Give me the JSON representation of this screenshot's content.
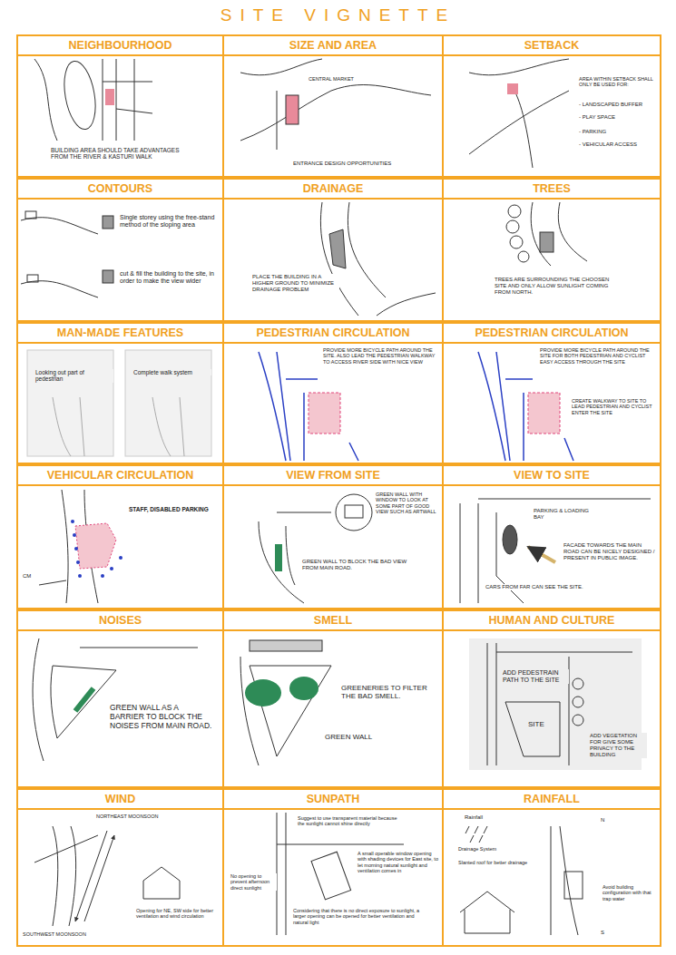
{
  "diagram": {
    "title": "SITE VIGNETTE",
    "nodes": [
      {
        "text": [
          "NEIGHBOURHOOD",
          "BUILDING AREA SHOULD TAKE ADVANTAGES FROM THE RIVER & KASTURI WALK"
        ]
      },
      {
        "text": [
          "SIZE AND AREA",
          "CENTRAL MARKET",
          "ENTRANCE DESIGN OPPORTUNITIES"
        ]
      },
      {
        "text": [
          "SETBACK",
          "AREA WITHIN SETBACK SHALL ONLY BE USED FOR:",
          "- LANDSCAPED BUFFER",
          "- PLAY SPACE",
          "- PARKING",
          "- VEHICULAR ACCESS"
        ]
      },
      {
        "text": [
          "CONTOURS",
          "Single storey using the free-stand method of the sloping area",
          "cut & fill the building to the site, in order to make the view wider"
        ]
      },
      {
        "text": [
          "DRAINAGE",
          "PLACE THE BUILDING IN A HIGHER GROUND TO MINIMIZE DRAINAGE PROBLEM"
        ]
      },
      {
        "text": [
          "TREES",
          "TREES ARE SURROUNDING THE CHOOSEN SITE AND ONLY ALLOW SUNLIGHT COMING FROM NORTH."
        ]
      },
      {
        "text": [
          "MAN-MADE FEATURES",
          "Looking out part of pedestrian",
          "Complete walk system"
        ]
      },
      {
        "text": [
          "PEDESTRIAN CIRCULATION",
          "PROVIDE MORE BICYCLE PATH AROUND THE SITE. ALSO LEAD THE PEDESTRIAN WALKWAY TO ACCESS RIVER SIDE WITH NICE VIEW"
        ]
      },
      {
        "text": [
          "PEDESTRIAN CIRCULATION",
          "PROVIDE MORE BICYCLE PATH AROUND THE SITE FOR BOTH PEDESTRIAN AND CYCLIST EASY ACCESS THROUGH THE SITE",
          "CREATE WALKWAY TO SITE TO LEAD PEDESTRIAN AND CYCLIST ENTER THE SITE"
        ]
      },
      {
        "text": [
          "VEHICULAR CIRCULATION",
          "STAFF, DISABLED PARKING",
          "CM"
        ]
      },
      {
        "text": [
          "VIEW FROM SITE",
          "GREEN WALL WITH WINDOW TO LOOK AT SOME PART OF GOOD VIEW SUCH AS ARTWALL",
          "GREEN WALL TO BLOCK THE BAD VIEW FROM MAIN ROAD."
        ]
      },
      {
        "text": [
          "VIEW TO SITE",
          "PARKING & LOADING BAY",
          "FACADE TOWARDS THE MAIN ROAD CAN BE NICELY DESIGNED / PRESENT IN PUBLIC IMAGE.",
          "CARS FROM FAR CAN SEE THE SITE."
        ]
      },
      {
        "text": [
          "NOISES",
          "GREEN WALL AS A BARRIER TO BLOCK THE NOISES FROM MAIN ROAD."
        ]
      },
      {
        "text": [
          "SMELL",
          "GREENERIES TO FILTER THE BAD SMELL.",
          "GREEN WALL"
        ]
      },
      {
        "text": [
          "HUMAN AND CULTURE",
          "ADD PEDESTRAIN PATH TO THE SITE",
          "SITE",
          "ADD VEGETATION FOR GIVE SOME PRIVACY TO THE BUILDING"
        ]
      },
      {
        "text": [
          "WIND",
          "NORTHEAST MOONSOON",
          "SOUTHWEST MOONSOON",
          "Opening for NE, SW side for better ventilation and wind circulation"
        ]
      },
      {
        "text": [
          "SUNPATH",
          "Suggest to use transparent material because the sunlight cannot shine directly",
          "A small operable window opening with shading devices for East site, to let morning natural sunlight and ventilation comes in",
          "No opening to prevent afternoon direct sunlight",
          "Considering that there is no direct exposure to sunlight, a larger opening can be opened for better ventilation and natural light"
        ]
      },
      {
        "text": [
          "RAINFALL",
          "Rainfall",
          "N",
          "Drainage System",
          "Slanted roof for better drainage",
          "Avoid building configuration with that trap water",
          "S"
        ]
      }
    ]
  }
}
